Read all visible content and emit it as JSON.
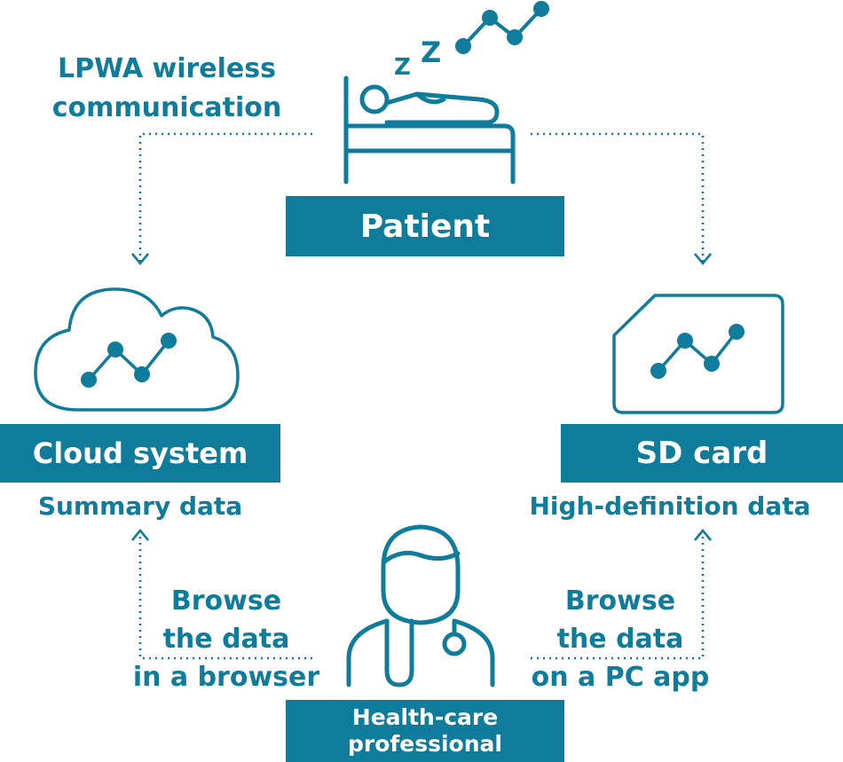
{
  "colors": {
    "primary": "#0e7c9a",
    "background": "#ffffff"
  },
  "patient": {
    "label": "Patient",
    "icon": "sleeping-patient-bed-icon",
    "sleep_letters": [
      "Z",
      "Z"
    ]
  },
  "cloud": {
    "label": "Cloud system",
    "subtitle": "Summary data",
    "icon": "cloud-chart-icon"
  },
  "sd_card": {
    "label": "SD card",
    "subtitle": "High-definition data",
    "icon": "sd-card-chart-icon"
  },
  "professional": {
    "label_line1": "Health-care",
    "label_line2": "professional",
    "icon": "doctor-stethoscope-icon"
  },
  "connections": {
    "patient_to_cloud": {
      "line1": "LPWA wireless",
      "line2": "communication"
    },
    "professional_to_cloud": {
      "line1": "Browse",
      "line2": "the data",
      "line3": "in a browser"
    },
    "professional_to_sd": {
      "line1": "Browse",
      "line2": "the data",
      "line3": "on a PC app"
    }
  }
}
